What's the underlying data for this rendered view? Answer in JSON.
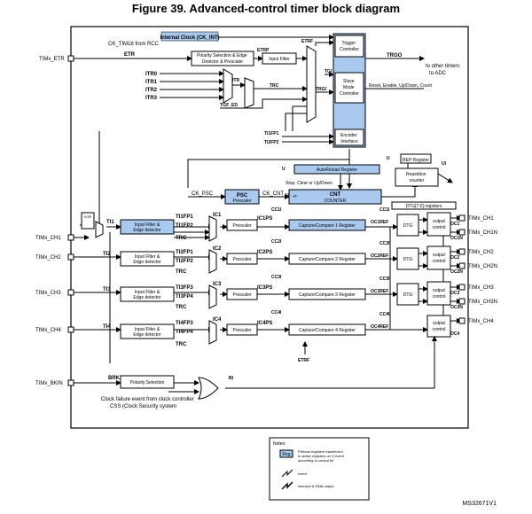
{
  "title": "Figure 39. Advanced-control timer block diagram",
  "colors": {
    "accent_fill": "#a9c9ef",
    "line": "#000000",
    "background": "#ffffff"
  },
  "clock": {
    "internal": "Internal Clock (CK_INT)",
    "ck_tim": "CK_TIM18 from RCC"
  },
  "pins_left": {
    "etr": "TIMx_ETR",
    "ch1": "TIMx_CH1",
    "ch2": "TIMx_CH2",
    "ch3": "TIMx_CH3",
    "ch4": "TIMx_CH4",
    "bkin": "TIMx_BKIN"
  },
  "pins_right": {
    "ch1": "TIMx_CH1",
    "ch1n": "TIMx_CH1N",
    "ch2": "TIMx_CH2",
    "ch2n": "TIMx_CH2N",
    "ch3": "TIMx_CH3",
    "ch3n": "TIMx_CH3N",
    "ch4": "TIMx_CH4"
  },
  "signals": {
    "etr": "ETR",
    "etrp": "ETRP",
    "etrf": "ETRF",
    "itr0": "ITR0",
    "itr1": "ITR1",
    "itr2": "ITR2",
    "itr3": "ITR3",
    "itr": "ITR",
    "trc": "TRC",
    "tgi": "TGI",
    "trgi": "TRGI",
    "ti1f_ed": "TI1F_ED",
    "trgo": "TRGO",
    "to_other": "to other timers",
    "to_adc": "to ADC",
    "reset_enable": "Reset, Enable, Up/Down, Count",
    "ti1fp1": "TI1FP1",
    "ti2fp2": "TI2FP2",
    "u": "U",
    "ui": "UI",
    "stop_clear": "Stop, Clear or Up/Down",
    "ck_psc": "CK_PSC",
    "ck_cnt": "CK_CNT",
    "plusminus": "+/-",
    "dtg_reg": "DTG[7:0] registers",
    "ti1": "TI1",
    "ti2": "TI2",
    "ti3": "TI3",
    "ti4": "TI4",
    "xor": "XOR",
    "ic1": "IC1",
    "ic2": "IC2",
    "ic3": "IC3",
    "ic4": "IC4",
    "ic1ps": "IC1PS",
    "ic2ps": "IC2PS",
    "ic3ps": "IC3PS",
    "ic4ps": "IC4PS",
    "cc1i": "CC1I",
    "cc2i": "CC2I",
    "cc3i": "CC3I",
    "cc4i": "CC4I",
    "oc1ref": "OC1REF",
    "oc2ref": "OC2REF",
    "oc3ref": "OC3REF",
    "oc4ref": "OC4REF",
    "oc1": "OC1",
    "oc1n": "OC1N",
    "oc2": "OC2",
    "oc2n": "OC2N",
    "oc3": "OC3",
    "oc3n": "OC3N",
    "oc4": "OC4",
    "ti1fp1b": "TI1FP1",
    "ti1fp2": "TI1FP2",
    "ti2fp1": "TI2FP1",
    "ti2fp2b": "TI2FP2",
    "ti3fp3": "TI3FP3",
    "ti3fp4": "TI3FP4",
    "ti4fp3": "TI4FP3",
    "ti4fp4": "TI4FP4",
    "brk": "BRK",
    "bi": "BI",
    "etrf_bottom": "ETRF"
  },
  "blocks": {
    "trigger": "Trigger\nController",
    "polarity_etr": "Polarity Selection & Edge\nDetector & Prescaler",
    "input_filter": "Input Filter",
    "slave": "Slave\nMode\nController",
    "encoder": "Encoder\nInterface",
    "rep_reg": "REP Register",
    "rep_counter": "Repetition\ncounter",
    "autoreload": "AutoReload Register",
    "psc": "PSC",
    "prescaler_small": "Prescaler",
    "cnt": "CNT",
    "counter": "COUNTER",
    "filter_edge": "Input Filter &\nEdge detector",
    "prescaler": "Prescaler",
    "cc1": "Capture/Compare 1 Register",
    "cc2": "Capture/Compare 2 Register",
    "cc3": "Capture/Compare 3 Register",
    "cc4": "Capture/Compare 4 Register",
    "dtg": "DTG",
    "output_control": "output\ncontrol",
    "polarity_brk": "Polarity Selection",
    "clock_fail": "Clock failure event from clock controller",
    "css": "CSS (Clock Security system"
  },
  "notes": {
    "title": "Notes:",
    "reg": "Reg",
    "reg_desc": "Preload registers transferred\nto active registers on U event\naccording to control bit",
    "event": "event",
    "interrupt": "interrupt & DMA output"
  },
  "figure_id": "MS32671V1"
}
